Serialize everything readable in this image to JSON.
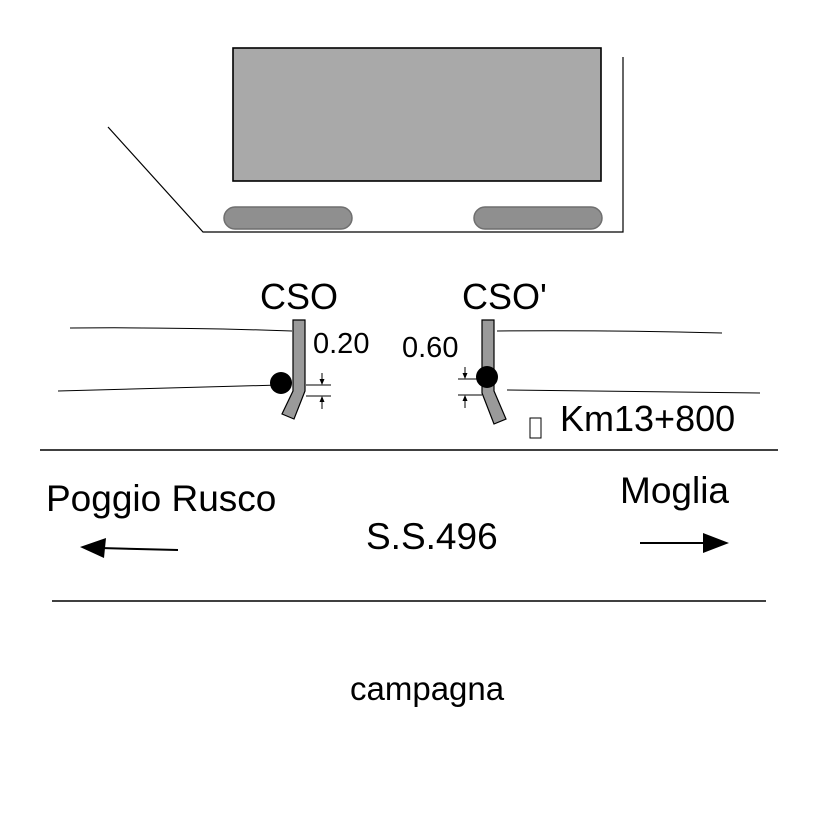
{
  "labels": {
    "cso_left": "CSO",
    "cso_right": "CSO'",
    "dim_left": "0.20",
    "dim_right": "0.60",
    "kilometre": "Km13+800",
    "place_left": "Poggio Rusco",
    "place_right": "Moglia",
    "road": "S.S.496",
    "field": "campagna"
  },
  "colors": {
    "ink": "#000000",
    "building_fill": "#a9a9a9",
    "hedge_fill": "#8f8f8f",
    "post_fill": "#9a9a9a"
  }
}
